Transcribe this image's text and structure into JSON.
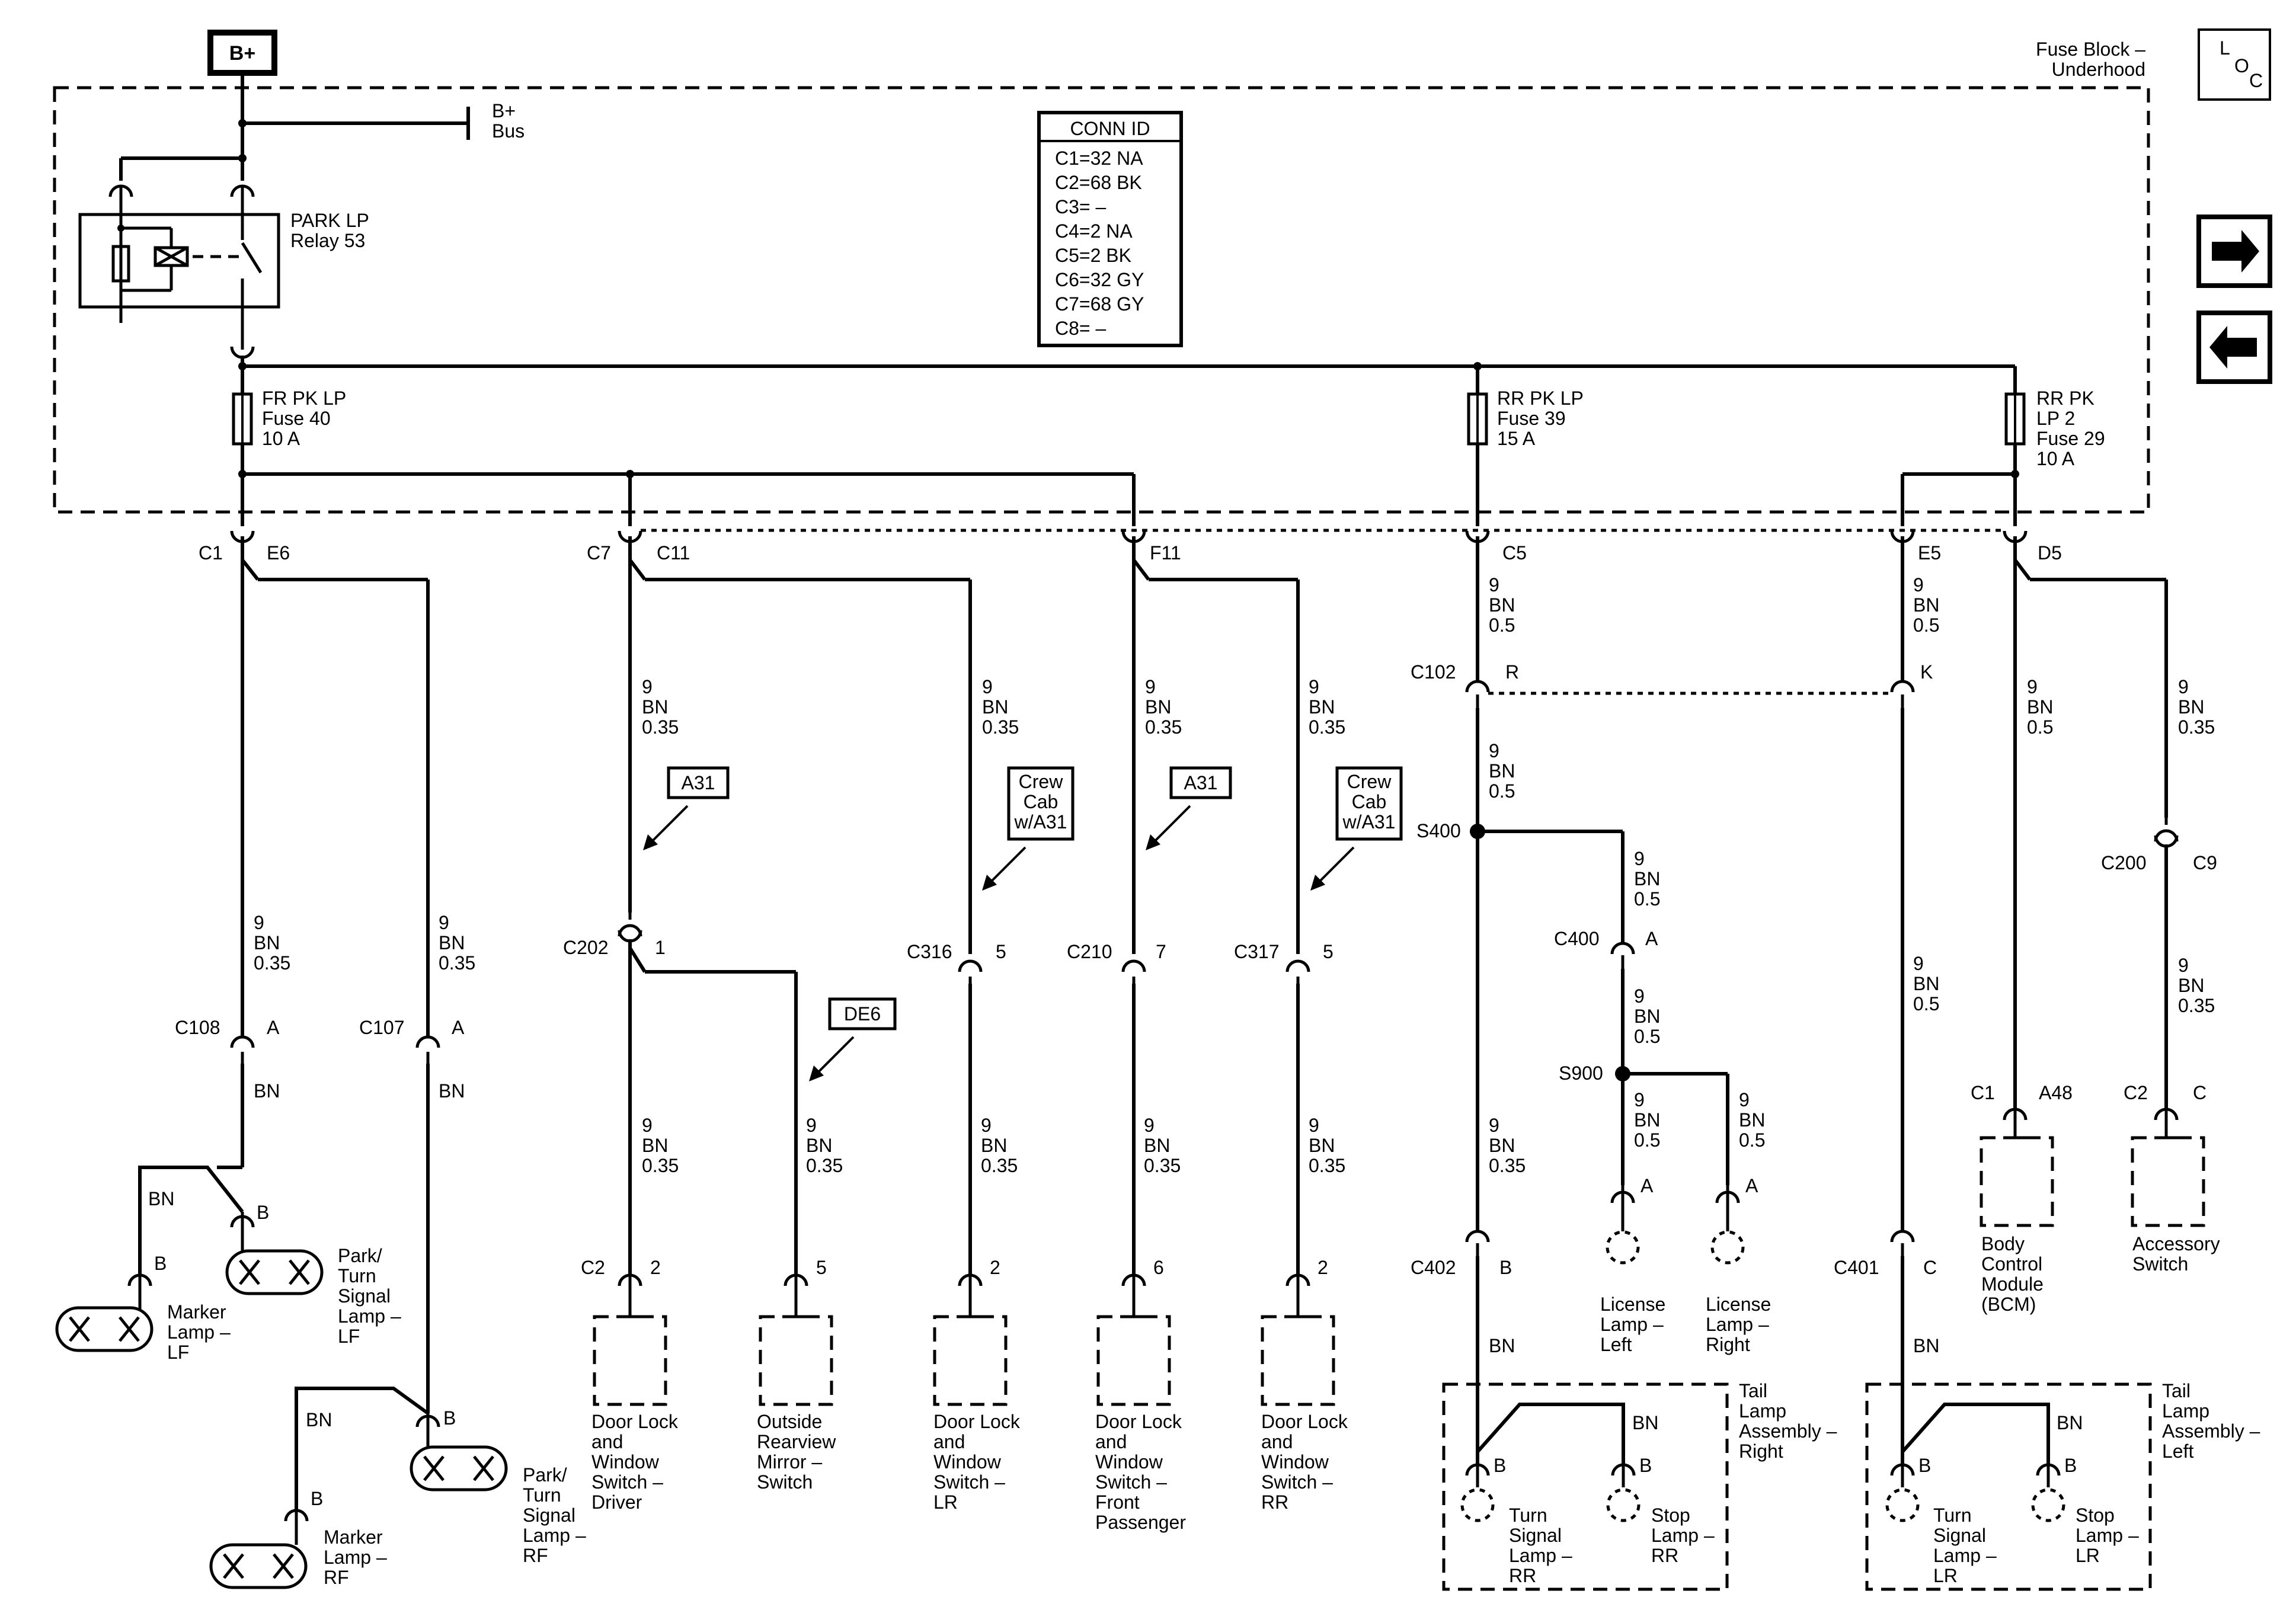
{
  "header": {
    "power_source": "B+",
    "location_title": [
      "Fuse Block –",
      "Underhood"
    ],
    "loc_icon": [
      "L",
      "O",
      "C"
    ],
    "bus_label": [
      "B+",
      "Bus"
    ],
    "nav": {
      "next_icon": "right-arrow-icon",
      "prev_icon": "left-arrow-icon"
    }
  },
  "conn_id": {
    "title": "CONN ID",
    "rows": [
      "C1=32 NA",
      "C2=68 BK",
      "C3= –",
      "C4=2 NA",
      "C5=2 BK",
      "C6=32 GY",
      "C7=68 GY",
      "C8= –"
    ]
  },
  "relay": {
    "name": "PARK LP",
    "id": "Relay 53"
  },
  "fuses": [
    {
      "name": "FR PK LP",
      "id": "Fuse 40",
      "rating": "10 A"
    },
    {
      "name": "RR PK LP",
      "id": "Fuse 39",
      "rating": "15 A"
    },
    {
      "name": [
        "RR PK",
        "LP 2",
        "Fuse 29"
      ],
      "rating": "10 A"
    }
  ],
  "connectors": {
    "c1": "C1",
    "e6": "E6",
    "c7": "C7",
    "c11": "C11",
    "f11": "F11",
    "c5": "C5",
    "e5": "E5",
    "d5": "D5",
    "c108": "C108",
    "c108_pin": "A",
    "c107": "C107",
    "c107_pin": "A",
    "c202": "C202",
    "c202_pin": "1",
    "c316": "C316",
    "c316_pin": "5",
    "c210": "C210",
    "c210_pin": "7",
    "c317": "C317",
    "c317_pin": "5",
    "c102": "C102",
    "c102_r": "R",
    "c102_k": "K",
    "c400": "C400",
    "c400_pin": "A",
    "c200": "C200",
    "c200_pin": "C9",
    "c402": "C402",
    "c402_pin": "B",
    "c401": "C401",
    "c401_pin": "C",
    "splice_s400": "S400",
    "splice_s900": "S900"
  },
  "wires": {
    "w9_bn_035": [
      "9",
      "BN",
      "0.35"
    ],
    "w9_bn_05": [
      "9",
      "BN",
      "0.5"
    ],
    "bn": "BN"
  },
  "options": {
    "a31": "A31",
    "crew_cab": [
      "Crew",
      "Cab",
      "w/A31"
    ],
    "de6": "DE6"
  },
  "components": {
    "marker_lf": {
      "label": [
        "Marker",
        "Lamp –",
        "LF"
      ],
      "pin": "B"
    },
    "park_lf": {
      "label": [
        "Park/",
        "Turn",
        "Signal",
        "Lamp –",
        "LF"
      ],
      "pin": "B"
    },
    "marker_rf": {
      "label": [
        "Marker",
        "Lamp –",
        "RF"
      ],
      "pin": "B"
    },
    "park_rf": {
      "label": [
        "Park/",
        "Turn",
        "Signal",
        "Lamp –",
        "RF"
      ],
      "pin": "B"
    },
    "dl_driver": {
      "label": [
        "Door Lock",
        "and",
        "Window",
        "Switch –",
        "Driver"
      ],
      "conn": "C2",
      "pin": "2"
    },
    "mirror": {
      "label": [
        "Outside",
        "Rearview",
        "Mirror –",
        "Switch"
      ],
      "pin": "5"
    },
    "dl_lr": {
      "label": [
        "Door Lock",
        "and",
        "Window",
        "Switch –",
        "LR"
      ],
      "pin": "2"
    },
    "dl_fp": {
      "label": [
        "Door Lock",
        "and",
        "Window",
        "Switch –",
        "Front",
        "Passenger"
      ],
      "pin": "6"
    },
    "dl_rr": {
      "label": [
        "Door Lock",
        "and",
        "Window",
        "Switch –",
        "RR"
      ],
      "pin": "2"
    },
    "lic_left": {
      "label": [
        "License",
        "Lamp –",
        "Left"
      ],
      "pin": "A"
    },
    "lic_right": {
      "label": [
        "License",
        "Lamp –",
        "Right"
      ],
      "pin": "A"
    },
    "tail_right": {
      "label": [
        "Tail",
        "Lamp",
        "Assembly –",
        "Right"
      ]
    },
    "tail_left": {
      "label": [
        "Tail",
        "Lamp",
        "Assembly –",
        "Left"
      ]
    },
    "turn_rr": {
      "label": [
        "Turn",
        "Signal",
        "Lamp –",
        "RR"
      ],
      "pin": "B"
    },
    "stop_rr": {
      "label": [
        "Stop",
        "Lamp –",
        "RR"
      ],
      "pin": "B"
    },
    "turn_lr": {
      "label": [
        "Turn",
        "Signal",
        "Lamp –",
        "LR"
      ],
      "pin": "B"
    },
    "stop_lr": {
      "label": [
        "Stop",
        "Lamp –",
        "LR"
      ],
      "pin": "B"
    },
    "bcm": {
      "label": [
        "Body",
        "Control",
        "Module",
        "(BCM)"
      ],
      "conn": "C1",
      "pin": "A48"
    },
    "acc": {
      "label": [
        "Accessory",
        "Switch"
      ],
      "conn": "C2",
      "pin": "C"
    }
  }
}
